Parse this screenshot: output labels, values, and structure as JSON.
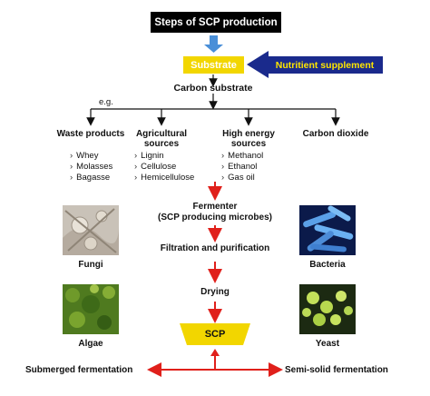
{
  "title": "Steps of SCP production",
  "substrate": "Substrate",
  "nutrient": "Nutritient supplement",
  "carbon_substrate": "Carbon substrate",
  "eg": "e.g.",
  "categories": [
    {
      "label": "Waste products",
      "items": [
        "Whey",
        "Molasses",
        "Bagasse"
      ]
    },
    {
      "label": "Agricultural\nsources",
      "items": [
        "Lignin",
        "Cellulose",
        "Hemicellulose"
      ]
    },
    {
      "label": "High energy\nsources",
      "items": [
        "Methanol",
        "Ethanol",
        "Gas oil"
      ]
    },
    {
      "label": "Carbon dioxide",
      "items": []
    }
  ],
  "steps": {
    "fermenter": "Fermenter\n(SCP producing microbes)",
    "filtration": "Filtration and purification",
    "drying": "Drying",
    "scp": "SCP"
  },
  "microbes": {
    "fungi": "Fungi",
    "bacteria": "Bacteria",
    "algae": "Algae",
    "yeast": "Yeast"
  },
  "fermentation": {
    "submerged": "Submerged fermentation",
    "semi_solid": "Semi-solid fermentation"
  },
  "colors": {
    "substrate": "#f2d600",
    "nutrient_bg": "#1a2a8c",
    "nutrient_text": "#ffe600",
    "red_arrow": "#e0201b",
    "blue_arrow": "#4a8fd8",
    "scp_fill": "#f2d600"
  }
}
